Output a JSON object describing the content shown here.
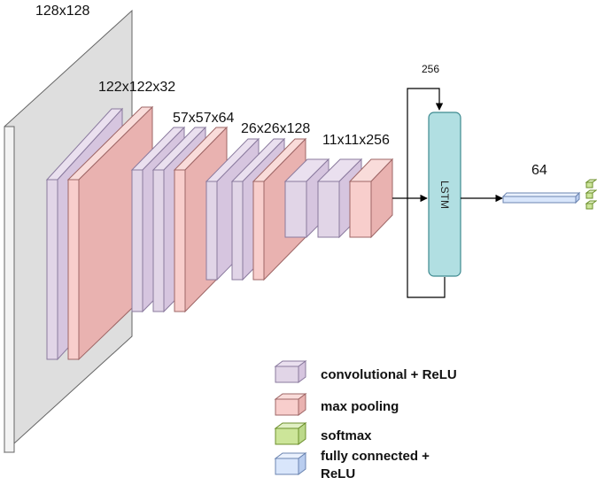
{
  "labels": {
    "input": "128x128",
    "conv1": "122x122x32",
    "conv2": "57x57x64",
    "conv3": "26x26x128",
    "conv4": "11x11x256",
    "recurrent": "256",
    "fc": "64"
  },
  "lstm": {
    "label": "LSTM"
  },
  "legend": {
    "conv": "convolutional + ReLU",
    "pool": "max pooling",
    "softmax": "softmax",
    "fc_line1": "fully connected +",
    "fc_line2": "ReLU"
  },
  "colors": {
    "input": "#dedede",
    "conv": "#e1d5e7",
    "pool": "#f8cecc",
    "softmax": "#cce599",
    "fc": "#d9e6fb",
    "lstm": "#b1dfe2"
  }
}
